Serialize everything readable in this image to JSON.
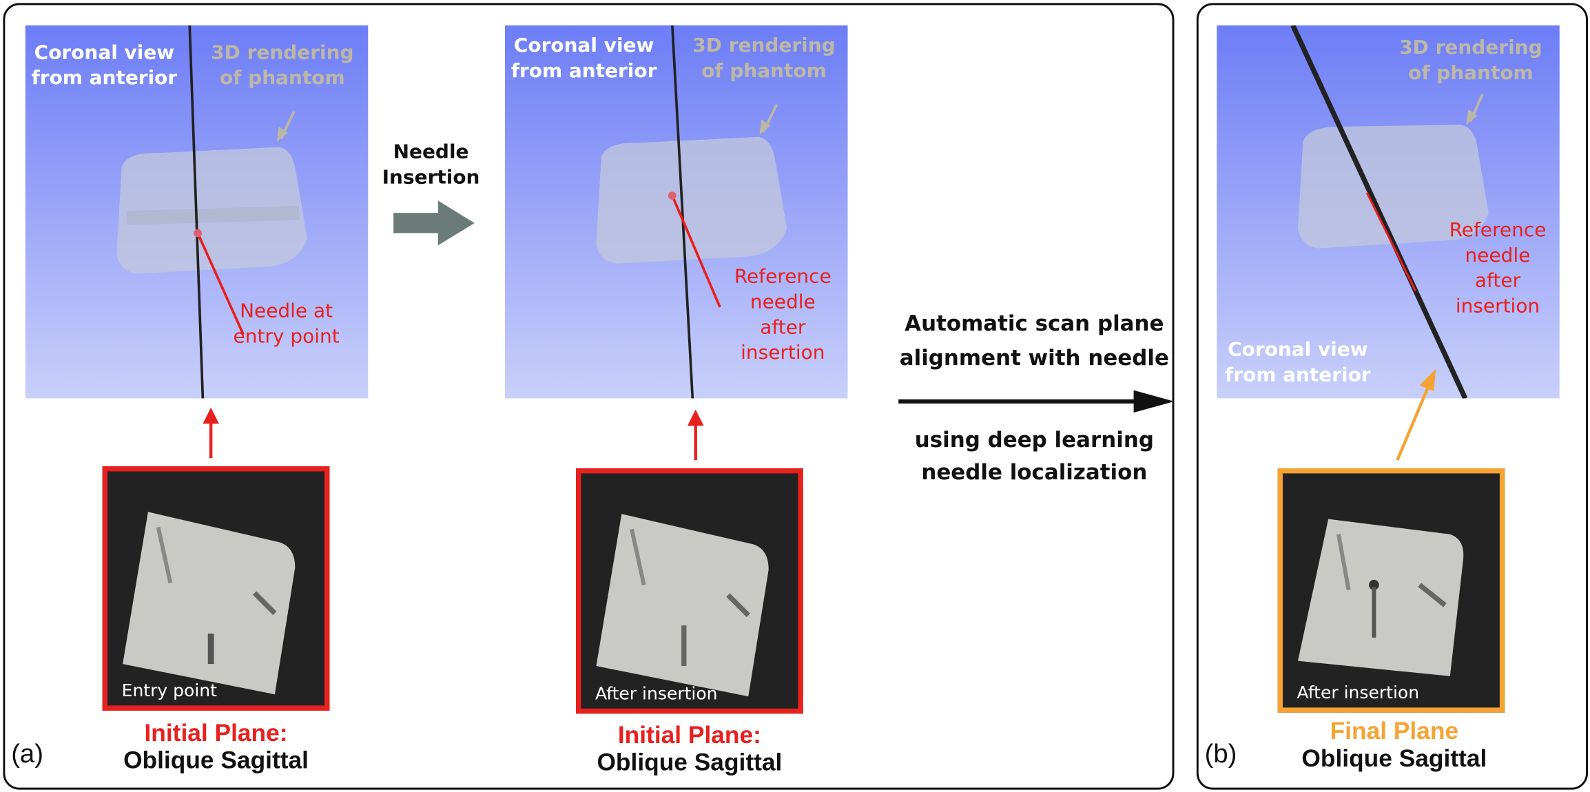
{
  "colors": {
    "red": "#e8201e",
    "orange": "#f6a333",
    "gray_text": "#bdb8a6",
    "view_top": "#6d7df6",
    "view_bottom": "#c9d0fa",
    "insertion_arrow": "#6b7b77"
  },
  "panel_a": {
    "label": "(a)",
    "view1": {
      "title_line1": "Coronal view",
      "title_line2": "from anterior",
      "render_line1": "3D rendering",
      "render_line2": "of phantom",
      "needle_line1": "Needle at",
      "needle_line2": "entry point"
    },
    "insertion_line1": "Needle",
    "insertion_line2": "Insertion",
    "view2": {
      "title_line1": "Coronal view",
      "title_line2": "from anterior",
      "render_line1": "3D rendering",
      "render_line2": "of phantom",
      "ref_line1": "Reference",
      "ref_line2": "needle",
      "ref_line3": "after",
      "ref_line4": "insertion"
    },
    "mri1": {
      "caption": "Entry point",
      "plane_line1": "Initial Plane:",
      "plane_line2": "Oblique Sagittal"
    },
    "mri2": {
      "caption": "After insertion",
      "plane_line1": "Initial Plane:",
      "plane_line2": "Oblique Sagittal"
    }
  },
  "middle": {
    "line1": "Automatic scan plane",
    "line2": "alignment with needle",
    "line3": "using deep learning",
    "line4": "needle localization"
  },
  "panel_b": {
    "label": "(b)",
    "view": {
      "render_line1": "3D rendering",
      "render_line2": "of phantom",
      "ref_line1": "Reference",
      "ref_line2": "needle",
      "ref_line3": "after",
      "ref_line4": "insertion",
      "title_line1": "Coronal view",
      "title_line2": "from anterior"
    },
    "mri": {
      "caption": "After insertion",
      "plane_line1": "Final Plane",
      "plane_line2": "Oblique Sagittal"
    }
  }
}
